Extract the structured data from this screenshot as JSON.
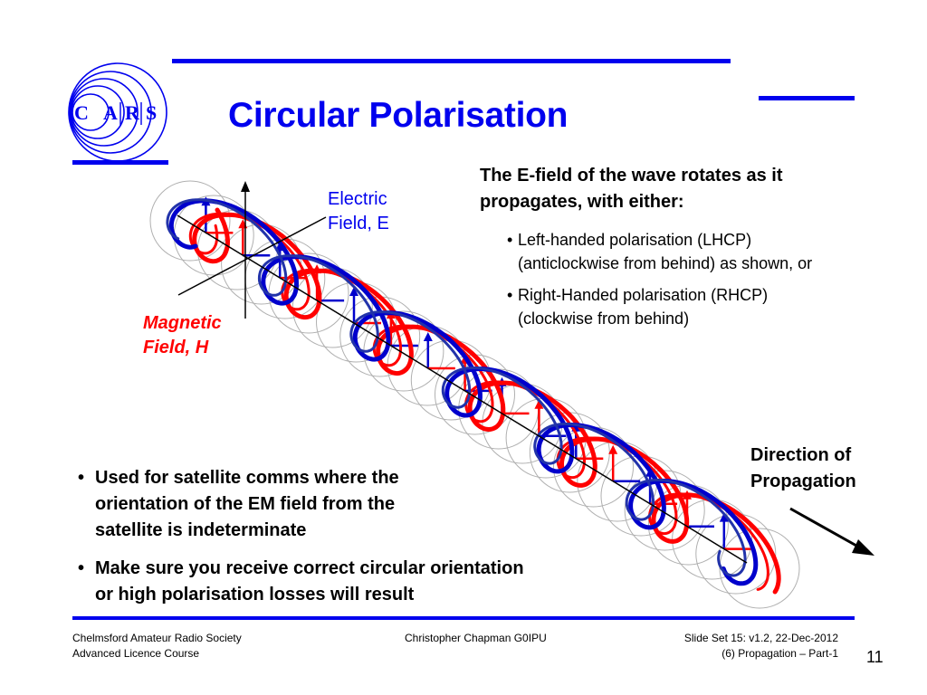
{
  "slide": {
    "title": "Circular Polarisation",
    "page_number": "11"
  },
  "logo": {
    "text": "CARS",
    "color": "#0000ee"
  },
  "diagram": {
    "electric_label": [
      "Electric",
      "Field, E"
    ],
    "magnetic_label": [
      "Magnetic",
      "Field, H"
    ],
    "direction_label": [
      "Direction of",
      "Propagation"
    ],
    "colors": {
      "electric": "#0000cc",
      "magnetic": "#ff0000",
      "axis": "#000000"
    }
  },
  "body": {
    "intro": [
      "The E-field of the wave rotates as it",
      "propagates, with either:"
    ],
    "sub_bullets": [
      [
        "Left-handed polarisation (LHCP)",
        "(anticlockwise from behind) as shown, or"
      ],
      [
        "Right-Handed polarisation (RHCP)",
        "(clockwise from behind)"
      ]
    ],
    "main_bullets": [
      [
        "Used for satellite comms where the",
        "orientation of the EM field from the",
        "satellite is indeterminate"
      ],
      [
        "Make sure you receive correct circular orientation",
        "or high polarisation losses will result"
      ]
    ],
    "bullet_char": "•"
  },
  "footer": {
    "left": [
      "Chelmsford Amateur Radio Society",
      "Advanced Licence Course"
    ],
    "center": "Christopher Chapman G0IPU",
    "right": [
      "Slide Set 15:  v1.2,  22-Dec-2012",
      "(6) Propagation – Part-1"
    ]
  }
}
